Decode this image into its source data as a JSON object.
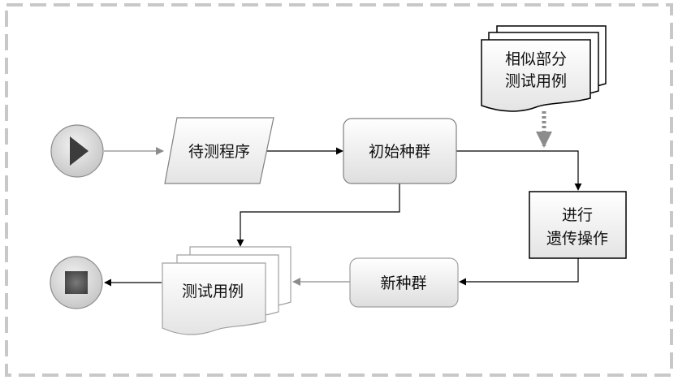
{
  "flowchart": {
    "start": {
      "shape": "play-triangle"
    },
    "end": {
      "shape": "stop-square"
    },
    "program_under_test": {
      "label": "待测程序"
    },
    "initial_population": {
      "label": "初始种群"
    },
    "similar_parts": {
      "line1": "相似部分",
      "line2": "测试用例"
    },
    "genetic_ops": {
      "line1": "进行",
      "line2": "遗传操作"
    },
    "new_population": {
      "label": "新种群"
    },
    "test_cases": {
      "label": "测试用例"
    }
  },
  "colors": {
    "border_dash": "#c8c8c8",
    "node_fill_top": "#ffffff",
    "node_fill_bottom": "#e0e0e0",
    "node_stroke": "#808080",
    "arrow_dark": "#000000",
    "arrow_gray": "#8c8c8c",
    "icon_dark": "#3c3c3c"
  }
}
